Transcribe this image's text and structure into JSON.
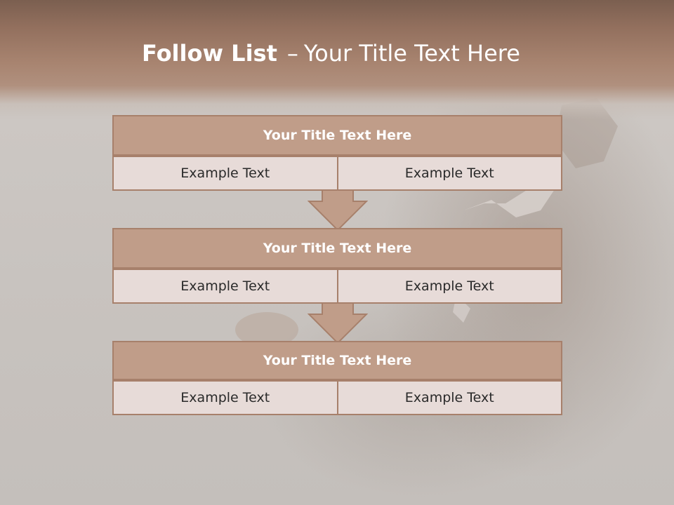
{
  "slide": {
    "title_bold": "Follow List",
    "title_separator": "–",
    "title_rest": "Your Title Text Here"
  },
  "blocks": [
    {
      "title": "Your Title Text Here",
      "left": "Example Text",
      "right": "Example Text"
    },
    {
      "title": "Your Title Text Here",
      "left": "Example Text",
      "right": "Example Text"
    },
    {
      "title": "Your Title Text Here",
      "left": "Example Text",
      "right": "Example Text"
    }
  ],
  "colors": {
    "header": "#a88470",
    "block_title_fill": "#c09d89",
    "block_border": "#a7806b",
    "cell_fill": "#e7dbd8",
    "arrow_fill": "#c09d89"
  }
}
